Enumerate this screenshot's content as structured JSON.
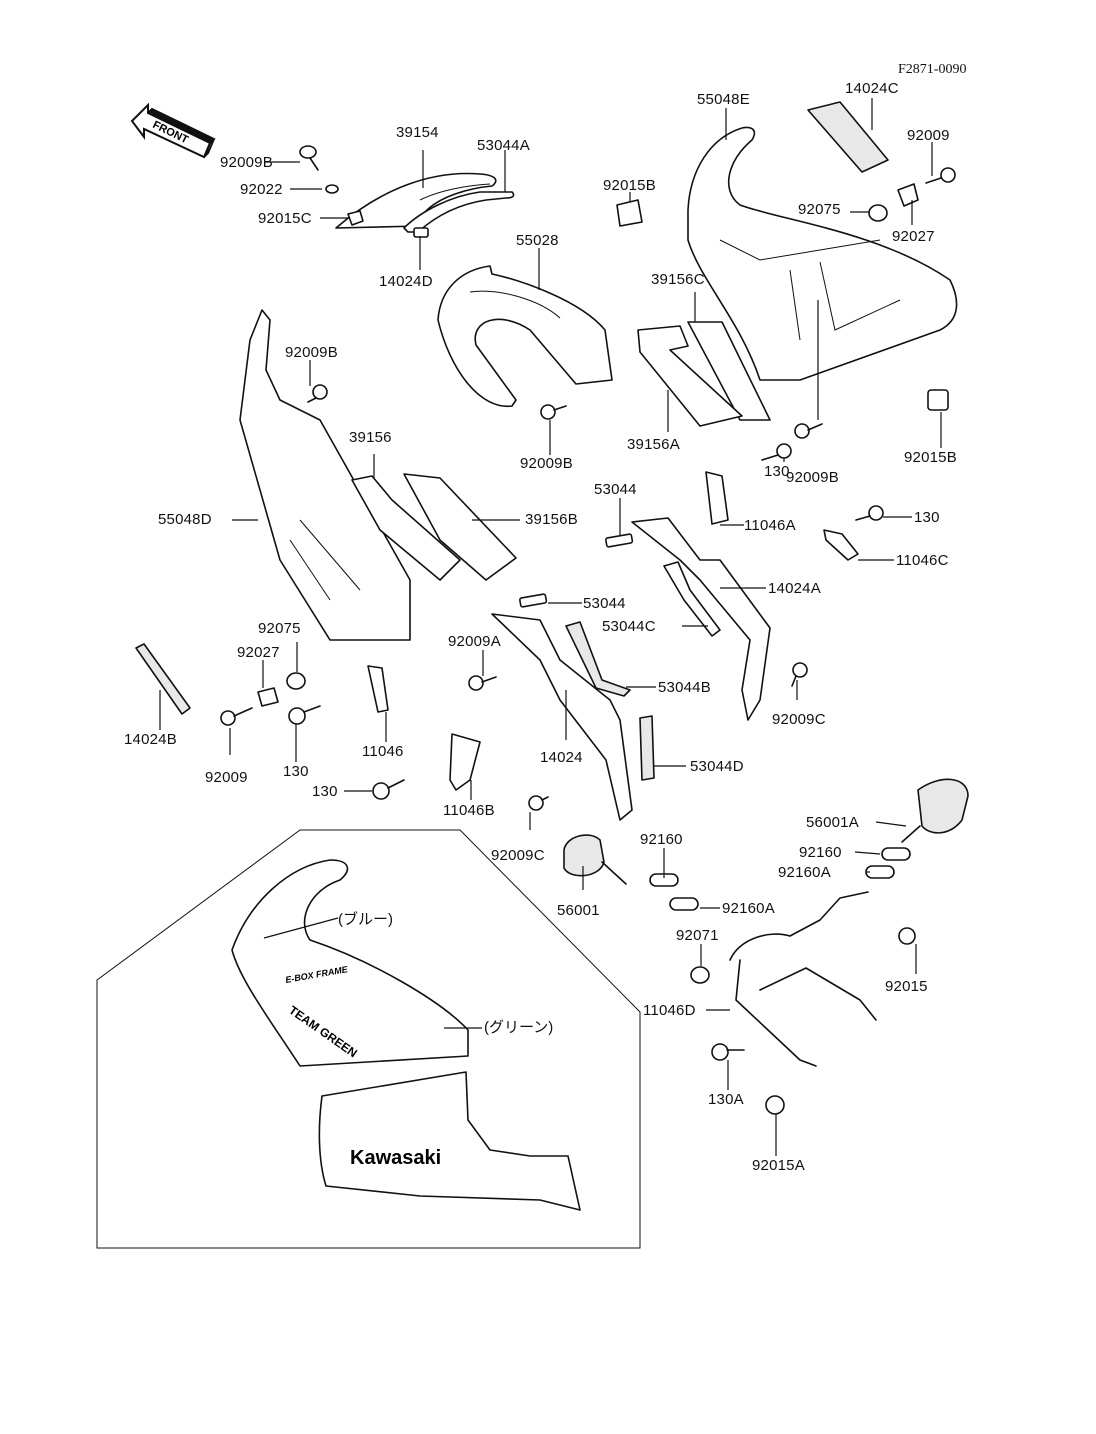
{
  "diagram": {
    "figure_code": "F2871-0090",
    "front_arrow_text": "FRONT",
    "decal_texts": {
      "brand": "Kawasaki",
      "team": "TEAM GREEN",
      "frame": "E-BOX FRAME"
    },
    "color_notes": {
      "blue": "(ブルー)",
      "green": "(グリーン)"
    },
    "parts": [
      {
        "id": "p01",
        "label": "92009B"
      },
      {
        "id": "p02",
        "label": "39154"
      },
      {
        "id": "p03",
        "label": "53044A"
      },
      {
        "id": "p04",
        "label": "92022"
      },
      {
        "id": "p05",
        "label": "92015C"
      },
      {
        "id": "p06",
        "label": "14024D"
      },
      {
        "id": "p07",
        "label": "55028"
      },
      {
        "id": "p08",
        "label": "55048E"
      },
      {
        "id": "p09",
        "label": "14024C"
      },
      {
        "id": "p10",
        "label": "92009"
      },
      {
        "id": "p11",
        "label": "92015B"
      },
      {
        "id": "p12",
        "label": "92075"
      },
      {
        "id": "p13",
        "label": "92027"
      },
      {
        "id": "p14",
        "label": "39156C"
      },
      {
        "id": "p15",
        "label": "92009B"
      },
      {
        "id": "p16",
        "label": "92009B"
      },
      {
        "id": "p17",
        "label": "39156A"
      },
      {
        "id": "p18",
        "label": "92015B"
      },
      {
        "id": "p19",
        "label": "39156"
      },
      {
        "id": "p20",
        "label": "55048D"
      },
      {
        "id": "p21",
        "label": "39156B"
      },
      {
        "id": "p22",
        "label": "130"
      },
      {
        "id": "p23",
        "label": "92009B"
      },
      {
        "id": "p24",
        "label": "53044"
      },
      {
        "id": "p25",
        "label": "11046A"
      },
      {
        "id": "p26",
        "label": "130"
      },
      {
        "id": "p27",
        "label": "11046C"
      },
      {
        "id": "p28",
        "label": "14024A"
      },
      {
        "id": "p29",
        "label": "53044"
      },
      {
        "id": "p30",
        "label": "53044C"
      },
      {
        "id": "p31",
        "label": "92075"
      },
      {
        "id": "p32",
        "label": "92027"
      },
      {
        "id": "p33",
        "label": "92009A"
      },
      {
        "id": "p34",
        "label": "53044B"
      },
      {
        "id": "p35",
        "label": "92009C"
      },
      {
        "id": "p36",
        "label": "14024B"
      },
      {
        "id": "p37",
        "label": "92009"
      },
      {
        "id": "p38",
        "label": "130"
      },
      {
        "id": "p39",
        "label": "11046"
      },
      {
        "id": "p40",
        "label": "14024"
      },
      {
        "id": "p41",
        "label": "53044D"
      },
      {
        "id": "p42",
        "label": "130"
      },
      {
        "id": "p43",
        "label": "11046B"
      },
      {
        "id": "p44",
        "label": "92009C"
      },
      {
        "id": "p45",
        "label": "56001A"
      },
      {
        "id": "p46",
        "label": "92160"
      },
      {
        "id": "p47",
        "label": "92160"
      },
      {
        "id": "p48",
        "label": "92160A"
      },
      {
        "id": "p49",
        "label": "56001"
      },
      {
        "id": "p50",
        "label": "92160A"
      },
      {
        "id": "p51",
        "label": "92071"
      },
      {
        "id": "p52",
        "label": "92015"
      },
      {
        "id": "p53",
        "label": "11046D"
      },
      {
        "id": "p54",
        "label": "130A"
      },
      {
        "id": "p55",
        "label": "92015A"
      }
    ]
  }
}
